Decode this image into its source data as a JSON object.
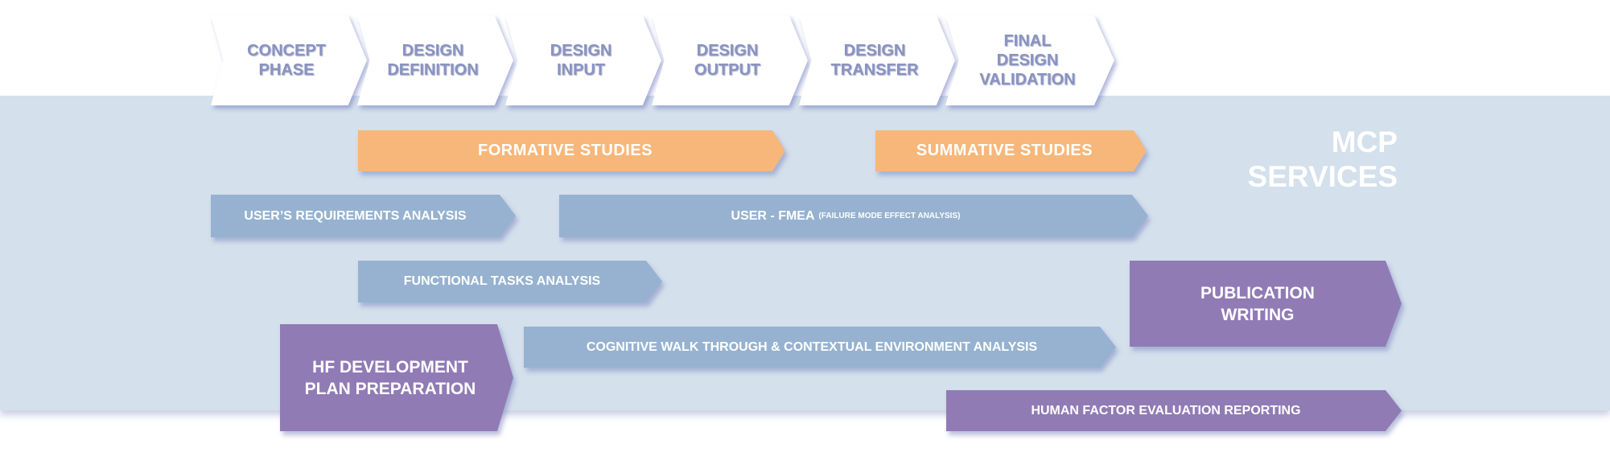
{
  "phases": [
    {
      "label": "CONCEPT PHASE"
    },
    {
      "label": "DESIGN DEFINITION"
    },
    {
      "label": "DESIGN INPUT"
    },
    {
      "label": "DESIGN OUTPUT"
    },
    {
      "label": "DESIGN TRANSFER"
    },
    {
      "label": "FINAL DESIGN VALIDATION"
    }
  ],
  "mcp": {
    "line1": "MCP",
    "line2": "SERVICES"
  },
  "studies": {
    "formative": "FORMATIVE STUDIES",
    "summative": "SUMMATIVE STUDIES"
  },
  "services": {
    "users_requirements": "USER’S REQUIREMENTS ANALYSIS",
    "fmea": "USER - FMEA",
    "fmea_note": "(FAILURE MODE EFFECT ANALYSIS)",
    "functional_tasks": "FUNCTIONAL TASKS ANALYSIS",
    "cognitive_walk": "COGNITIVE WALK THROUGH & CONTEXTUAL ENVIRONMENT ANALYSIS",
    "hf_plan_1": "HF DEVELOPMENT",
    "hf_plan_2": "PLAN PREPARATION",
    "publication_1": "PUBLICATION",
    "publication_2": "WRITING",
    "hf_reporting": "HUMAN FACTOR EVALUATION REPORTING"
  },
  "colors": {
    "band": "#d4e0ec",
    "orange": "#f7b77a",
    "blue": "#96b2d0",
    "purple": "#917bb5",
    "phase_text": "#8a93c0"
  }
}
